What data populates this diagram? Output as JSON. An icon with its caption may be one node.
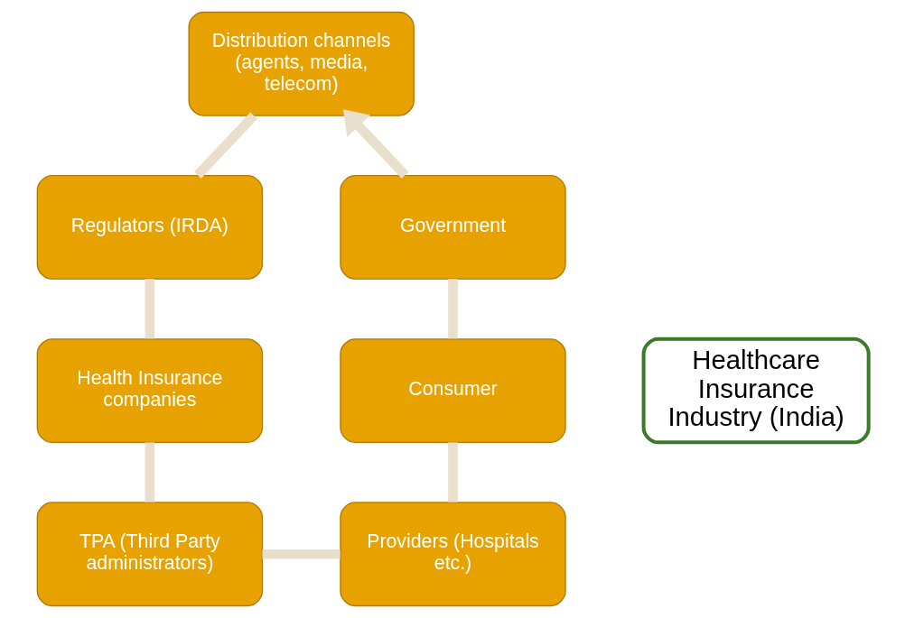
{
  "diagram": {
    "nodes": [
      {
        "text": [
          "Distribution channels (agents, media, telecom)"
        ]
      },
      {
        "text": [
          "Government"
        ]
      },
      {
        "text": [
          "Regulators (IRDA)"
        ]
      },
      {
        "text": [
          "Healthcare Insurance Industry (India)"
        ]
      },
      {
        "text": [
          "Consumer"
        ]
      },
      {
        "text": [
          "Health Insurance companies"
        ]
      },
      {
        "text": [
          "Providers (Hospitals etc.)"
        ]
      },
      {
        "text": [
          "TPA (Third Party administrators)"
        ]
      }
    ],
    "edges": [
      {
        "from": 4,
        "to": 1,
        "arrow": "none"
      },
      {
        "from": 1,
        "to": 0,
        "arrow": "to"
      },
      {
        "from": 0,
        "to": 2,
        "arrow": "none"
      },
      {
        "from": 2,
        "to": 5,
        "arrow": "none"
      },
      {
        "from": 5,
        "to": 7,
        "arrow": "none"
      },
      {
        "from": 7,
        "to": 6,
        "arrow": "none"
      },
      {
        "from": 6,
        "to": 4,
        "arrow": "none"
      }
    ]
  }
}
